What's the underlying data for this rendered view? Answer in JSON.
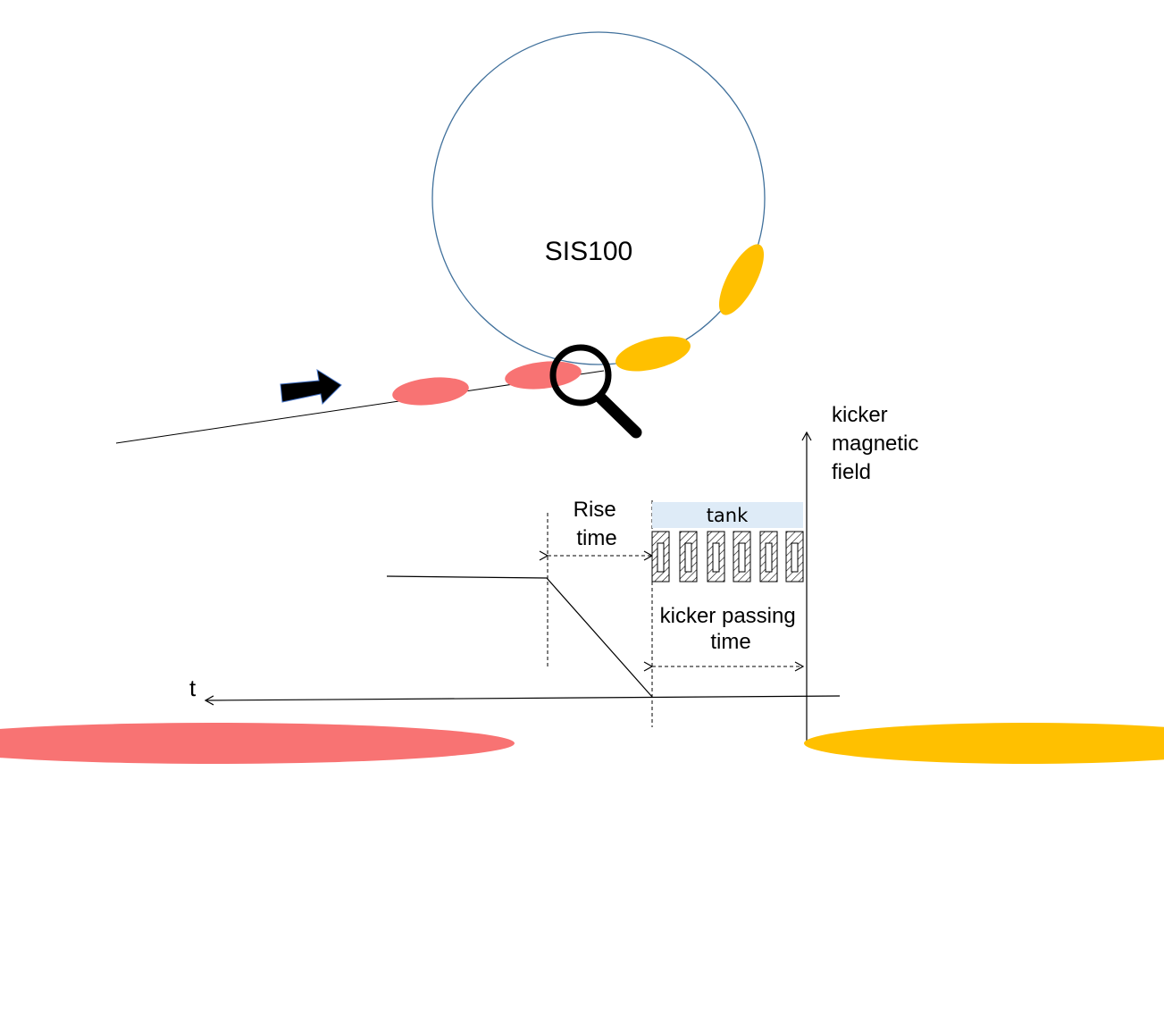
{
  "ring": {
    "label": "SIS100"
  },
  "labels": {
    "rise_time": [
      "Rise",
      "time"
    ],
    "kicker_passing_time": [
      "kicker passing",
      "time"
    ],
    "kicker_field": [
      "kicker",
      "magnetic",
      "field"
    ],
    "time_axis": "t",
    "tank": "tank"
  },
  "colors": {
    "injected_bunch": "#F87373",
    "circulating_bunch": "#FFC000",
    "ring_outline": "#41719C",
    "tank_fill": "#DEEBF7",
    "arrow": "#000000"
  },
  "icons": [
    "right-arrow-icon",
    "magnifier-icon"
  ]
}
